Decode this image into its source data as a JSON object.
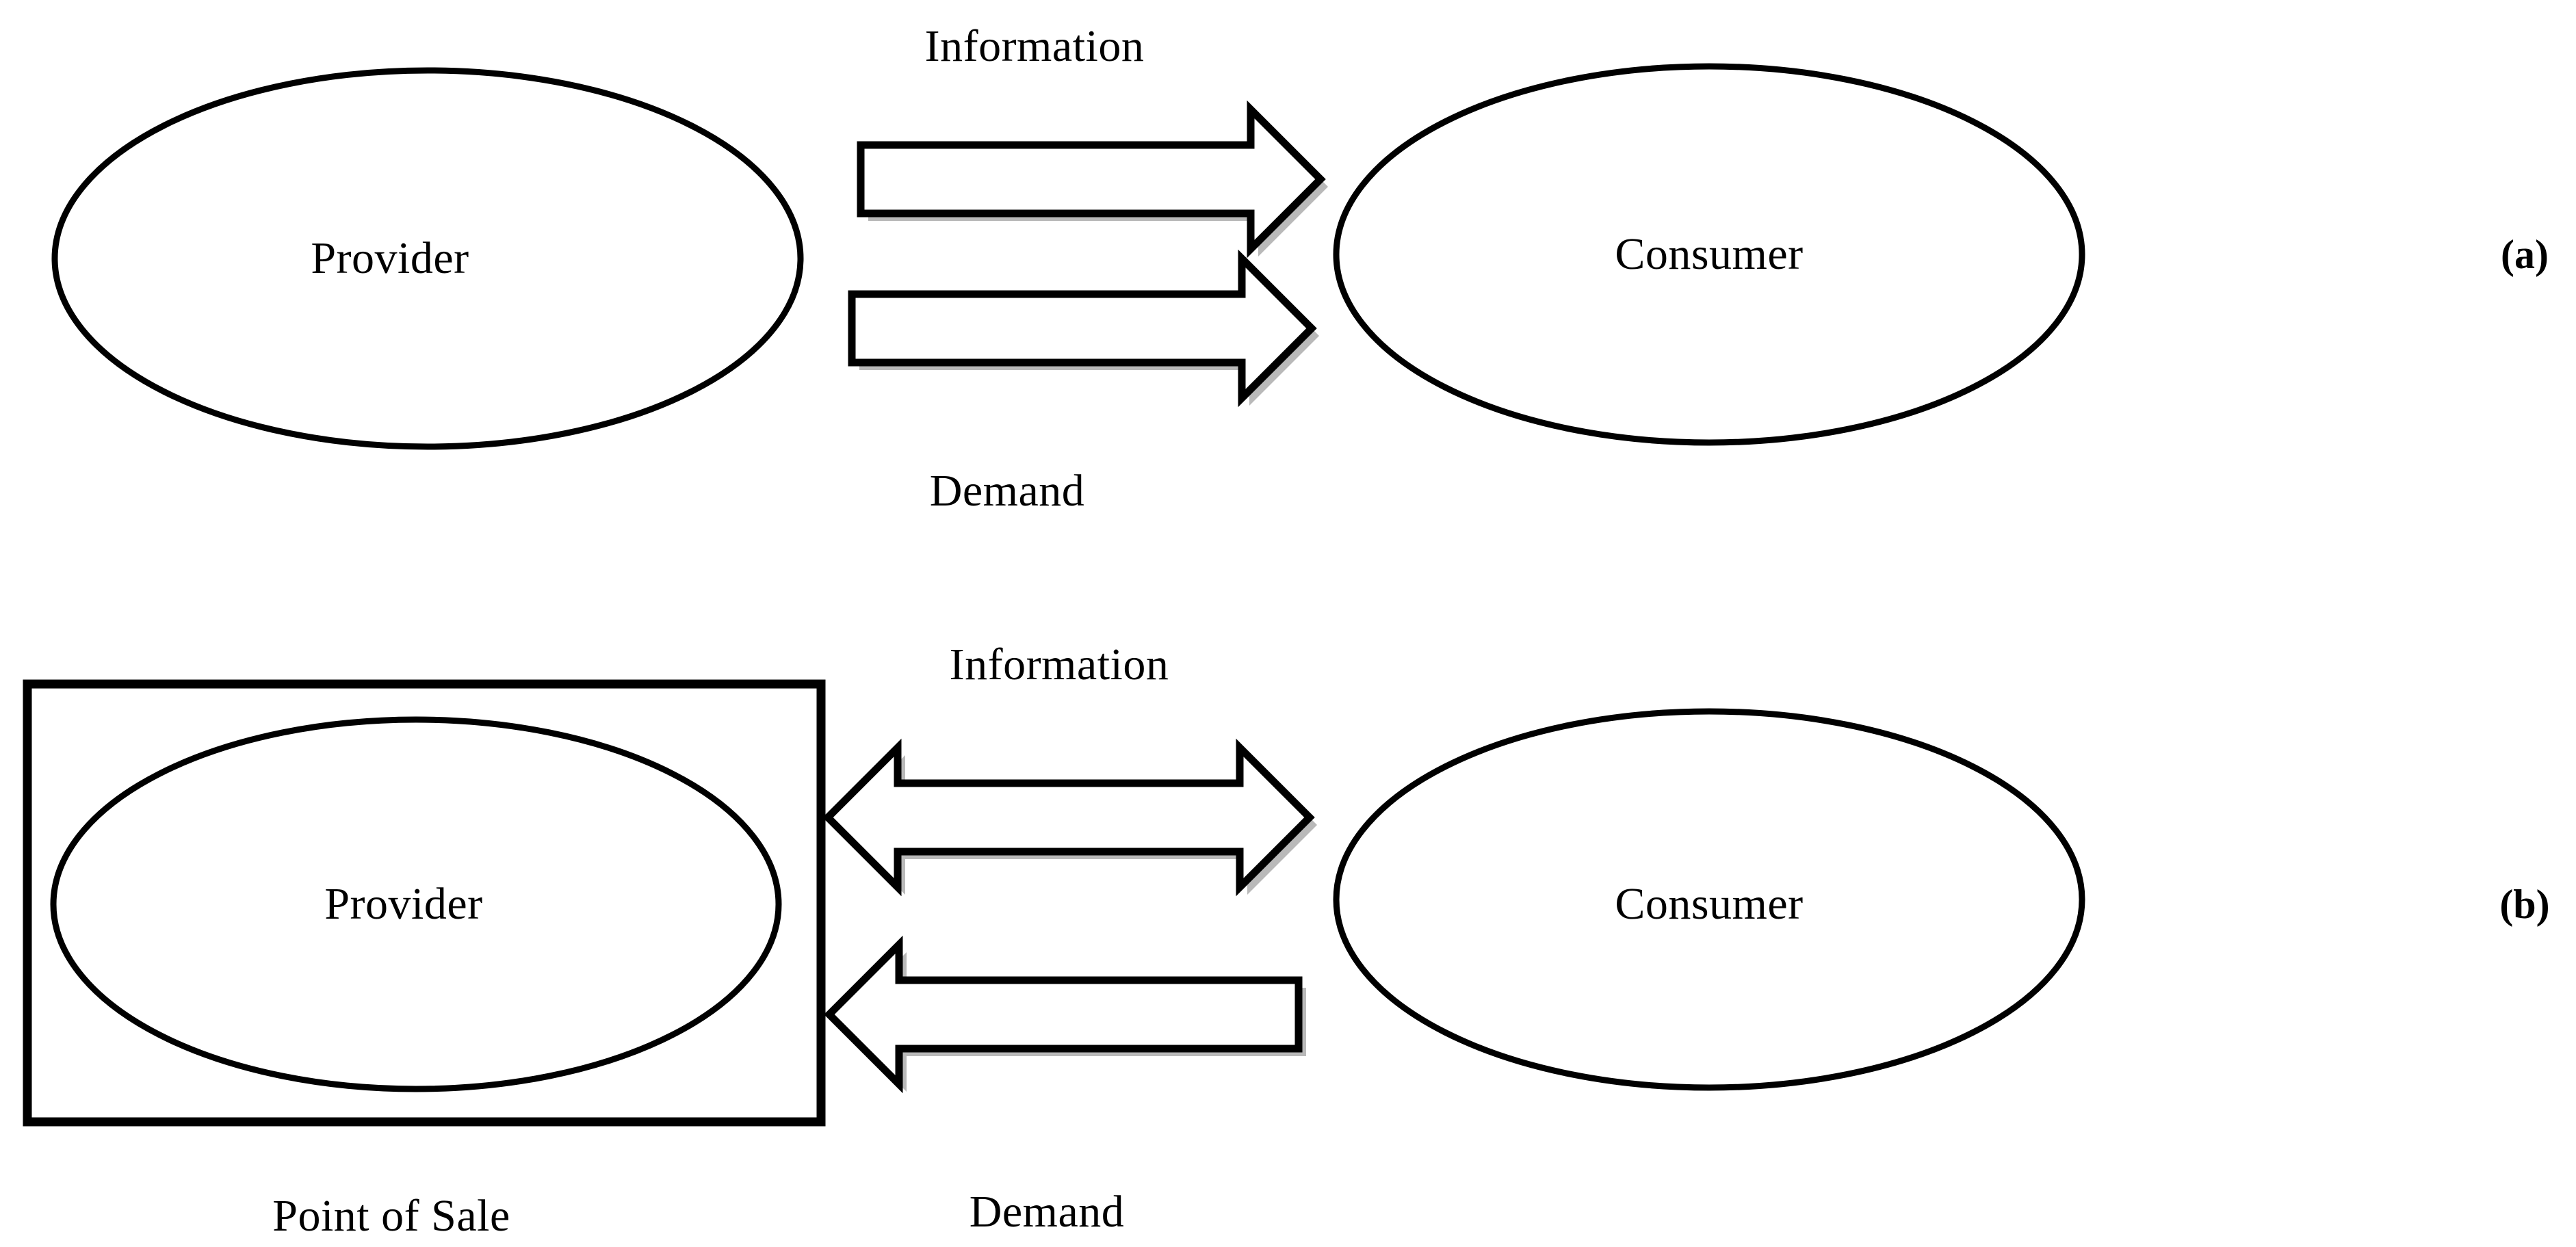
{
  "figure": {
    "type": "flow-diagram",
    "background_color": "#ffffff",
    "stroke_color": "#000000",
    "fill_color": "#ffffff",
    "shadow_color": "#b3b3b3"
  },
  "panels": [
    {
      "tag": "(a)",
      "nodes": [
        {
          "id": "provider-a",
          "label": "Provider",
          "shape": "ellipse"
        },
        {
          "id": "consumer-a",
          "label": "Consumer",
          "shape": "ellipse"
        }
      ],
      "flows": [
        {
          "id": "information-a",
          "label": "Information",
          "direction": "right",
          "from": "Provider",
          "to": "Consumer"
        },
        {
          "id": "demand-a",
          "label": "Demand",
          "direction": "right",
          "from": "Provider",
          "to": "Consumer"
        }
      ]
    },
    {
      "tag": "(b)",
      "nodes": [
        {
          "id": "provider-b",
          "label": "Provider",
          "shape": "ellipse"
        },
        {
          "id": "consumer-b",
          "label": "Consumer",
          "shape": "ellipse"
        },
        {
          "id": "point-of-sale",
          "label": "Point of Sale",
          "shape": "rectangle"
        }
      ],
      "flows": [
        {
          "id": "information-b",
          "label": "Information",
          "direction": "bidirectional",
          "from": "Provider",
          "to": "Consumer"
        },
        {
          "id": "demand-b",
          "label": "Demand",
          "direction": "left",
          "from": "Consumer",
          "to": "Provider"
        }
      ]
    }
  ],
  "labels": {
    "provider_a": "Provider",
    "consumer_a": "Consumer",
    "information_a": "Information",
    "demand_a": "Demand",
    "tag_a": "(a)",
    "provider_b": "Provider",
    "consumer_b": "Consumer",
    "information_b": "Information",
    "demand_b": "Demand",
    "point_of_sale": "Point of Sale",
    "tag_b": "(b)"
  }
}
